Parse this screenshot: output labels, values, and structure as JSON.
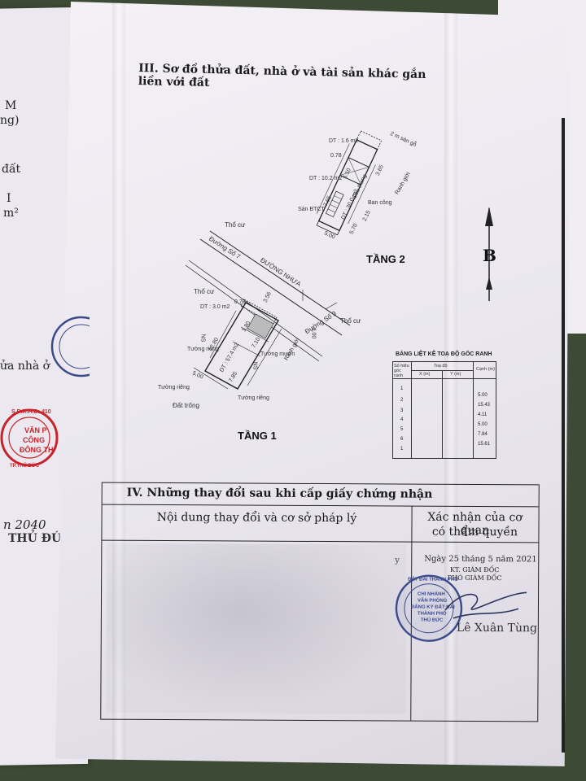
{
  "left_sheet": {
    "fragments": [
      "M",
      "ng)",
      "đất",
      "I",
      "m²",
      "ửa nhà ở",
      "n 20",
      "THỦ ĐỨC"
    ],
    "seal_text": [
      "S.Đ.K.H.Đ: 410",
      "VĂN P",
      "CÔNG",
      "ĐÔNG TH",
      "TP.THỦ ĐỨC"
    ]
  },
  "section3": {
    "title": "III. Sơ đồ thửa đất, nhà ở và tài sản khác gắn liền với đất"
  },
  "floor2": {
    "label": "TẦNG 2",
    "labels": {
      "area_small": "DT : 1.6 m2",
      "area_mid": "DT : 10.2 m2",
      "area_main": "DT : 30.0 m2",
      "wood_floor": "2 m sàn gỗ",
      "balcony": "Ban công",
      "concrete_floor": "Sàn BTCT",
      "boundary": "Ranh giới",
      "stair": "Cầu thang"
    },
    "dims": [
      "0.78",
      "5.10",
      "7.65",
      "5.00",
      "5.70",
      "2.15",
      "3.65"
    ]
  },
  "floor1": {
    "label": "TẦNG 1",
    "labels": {
      "street_7": "Đường Số 7",
      "street_asphalt": "ĐƯỜNG NHỰA",
      "street_9": "Đường Số 9",
      "neighbor_top": "Thổ cư",
      "neighbor_left": "Thổ cư",
      "neighbor_right": "Thổ cư",
      "area_small": "DT : 3.0 m2",
      "area_main": "DT : 57.4 m2",
      "own_wall_1": "Tường riêng",
      "own_wall_2": "Tường riêng",
      "own_wall_3": "Tường riêng",
      "borrowed_wall": "Tường mượn",
      "vacant_land": "Đất trống",
      "boundary": "Ranh giới",
      "ns_a": "NS",
      "ns_b": "NS"
    },
    "dims": [
      "0.78",
      "3.56",
      "12.80",
      "7.85",
      "5.00",
      "1.80",
      "4.00",
      "7.10"
    ]
  },
  "north_arrow": {
    "label": "B"
  },
  "coord_table": {
    "title": "BẢNG LIỆT KÊ TOẠ ĐỘ GÓC RANH",
    "header_point": "Số hiệu góc ranh",
    "header_coord": "Toạ độ",
    "header_x": "X (m)",
    "header_y": "Y (m)",
    "header_edge": "Cạnh (m)",
    "rows": [
      {
        "point": "1",
        "edge": "5.00"
      },
      {
        "point": "2",
        "edge": "15.43"
      },
      {
        "point": "3",
        "edge": "4.11"
      },
      {
        "point": "4",
        "edge": "5.00"
      },
      {
        "point": "5",
        "edge": "7.94"
      },
      {
        "point": "6",
        "edge": "15.61"
      },
      {
        "point": "1",
        "edge": ""
      }
    ]
  },
  "section4": {
    "title": "IV. Những thay đổi sau khi cấp giấy chứng nhận",
    "col_content": "Nội dung thay đổi và cơ sở pháp lý",
    "col_confirm_line1": "Xác nhận của cơ quan",
    "col_confirm_line2": "có thẩm quyền",
    "side_mark": "y",
    "date": "Ngày 25 tháng 5 năm 2021",
    "role1": "KT. GIÁM ĐỐC",
    "role2": "PHÓ GIÁM ĐỐC",
    "signer": "Lê Xuân Tùng",
    "seal_text": [
      "ĐẤT ĐAI THÀNH PHỐ",
      "CHI NHÁNH",
      "VĂN PHÒNG",
      "ĐĂNG KÝ ĐẤT ĐAI",
      "THÀNH PHỐ",
      "THỦ ĐỨC"
    ]
  },
  "colors": {
    "ink": "#1a1a1a",
    "seal_red": "#c8242a",
    "seal_blue": "#3b4a8a",
    "paper": "#efecf2"
  }
}
